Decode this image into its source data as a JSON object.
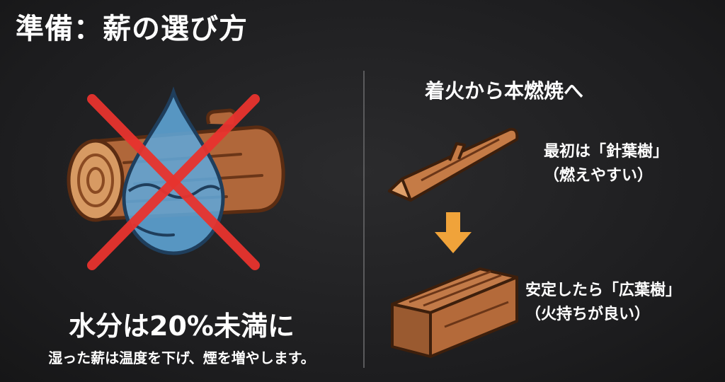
{
  "title": "準備：薪の選び方",
  "left": {
    "heading": "水分は20%未満に",
    "subtext": "湿った薪は温度を下げ、煙を増やします。"
  },
  "right": {
    "heading": "着火から本燃焼へ",
    "step1": {
      "line1": "最初は「針葉樹」",
      "line2": "（燃えやすい）"
    },
    "step2": {
      "line1": "安定したら「広葉樹」",
      "line2": "（火持ちが良い）"
    }
  },
  "colors": {
    "background": "#1d1d1f",
    "wood": "#b0673a",
    "wood_dark": "#6b3618",
    "water": "#5ea6d8",
    "cross": "#e8332e",
    "arrow": "#f0a33a"
  }
}
